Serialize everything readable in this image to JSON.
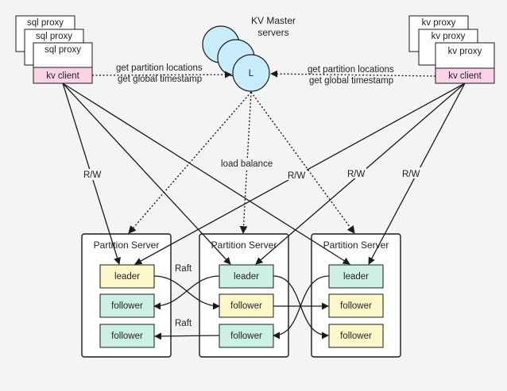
{
  "master": {
    "title_line1": "KV Master",
    "title_line2": "servers",
    "leader_label": "L"
  },
  "left_client": {
    "proxy_label": "sql proxy",
    "client_label": "kv client"
  },
  "right_client": {
    "proxy_label": "kv proxy",
    "client_label": "kv client"
  },
  "left_link": {
    "line1": "get partition locations",
    "line2": "get global timestamp"
  },
  "right_link": {
    "line1": "get partition locations",
    "line2": "get global timestamp"
  },
  "edge_labels": {
    "rw": "R/W",
    "load_balance": "load balance",
    "raft": "Raft"
  },
  "servers": [
    {
      "title": "Partition Server",
      "replicas": [
        "leader",
        "follower",
        "follower"
      ]
    },
    {
      "title": "Partition Server",
      "replicas": [
        "leader",
        "follower",
        "follower"
      ]
    },
    {
      "title": "Partition Server",
      "replicas": [
        "leader",
        "follower",
        "follower"
      ]
    }
  ],
  "colors": {
    "background": "#f4f4f4",
    "circle": "#c8ecfa",
    "kv_client": "#fbd3e7",
    "yellow_replica": "#fcf8c9",
    "green_replica": "#ccf1e4",
    "box_white": "#ffffff",
    "stroke": "#1a1a1a"
  }
}
